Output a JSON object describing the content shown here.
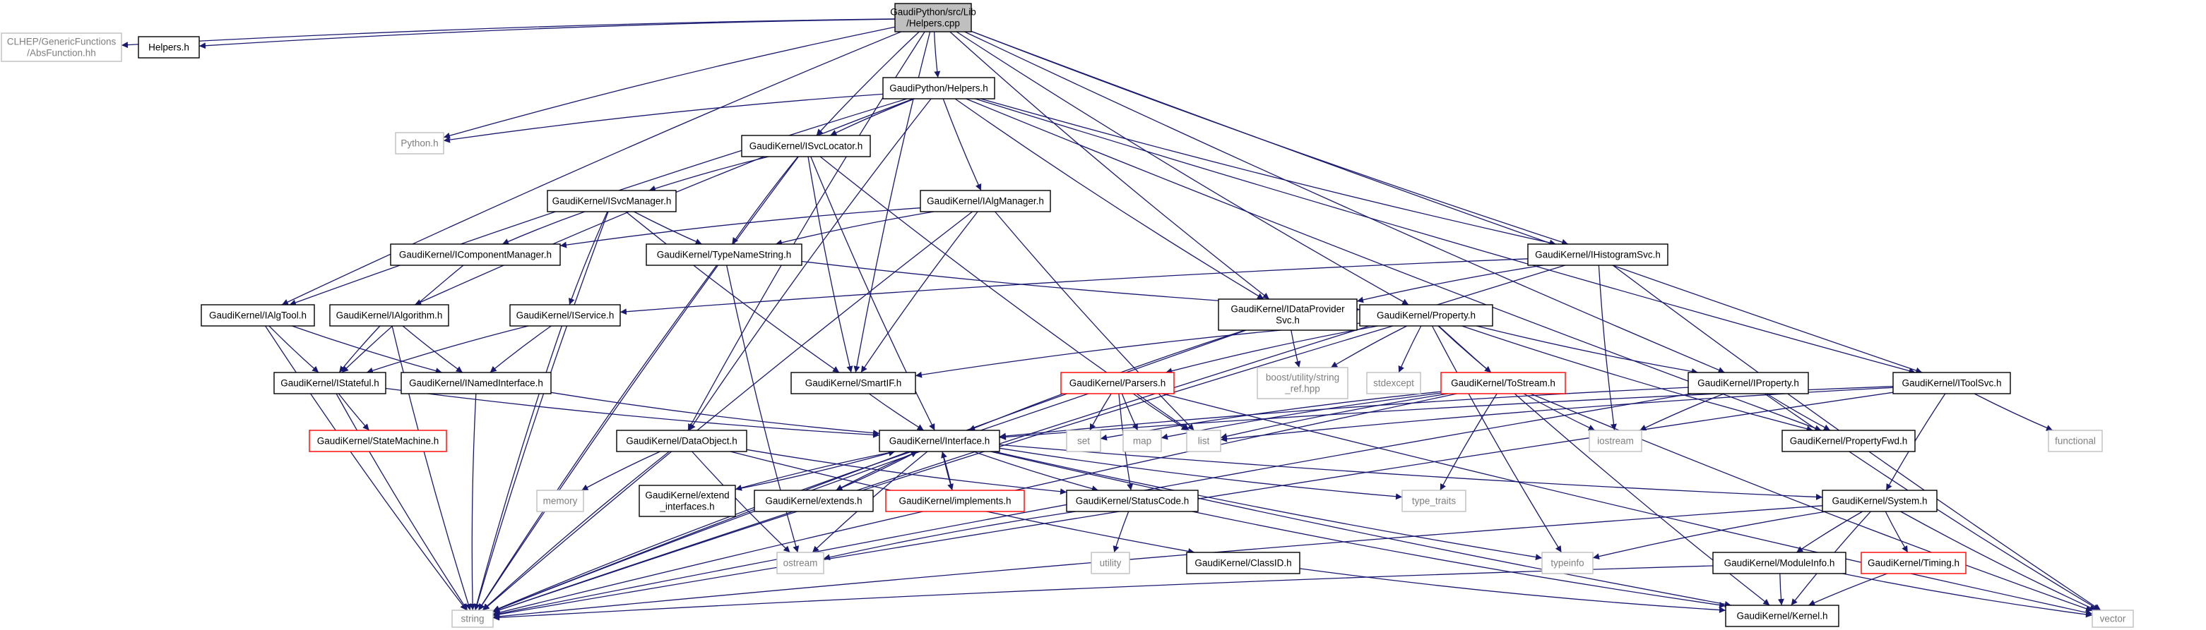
{
  "colors": {
    "edge": "#191970",
    "root_fill": "#bfbfbf",
    "box_border": "#000000",
    "truncated_border": "#ff0000",
    "external_border": "#bfbfbf",
    "text": "#000000",
    "external_text": "#7f7f7f"
  },
  "nodes": [
    {
      "id": "root",
      "lines": [
        "GaudiPython/src/Lib",
        "/Helpers.cpp"
      ],
      "style": "root"
    },
    {
      "id": "absfunction",
      "lines": [
        "CLHEP/GenericFunctions",
        "/AbsFunction.hh"
      ],
      "style": "external"
    },
    {
      "id": "helpers_h",
      "lines": [
        "Helpers.h"
      ],
      "style": "normal"
    },
    {
      "id": "gp_helpers",
      "lines": [
        "GaudiPython/Helpers.h"
      ],
      "style": "normal"
    },
    {
      "id": "python_h",
      "lines": [
        "Python.h"
      ],
      "style": "external"
    },
    {
      "id": "isvclocator",
      "lines": [
        "GaudiKernel/ISvcLocator.h"
      ],
      "style": "normal"
    },
    {
      "id": "isvcmanager",
      "lines": [
        "GaudiKernel/ISvcManager.h"
      ],
      "style": "normal"
    },
    {
      "id": "ialgmanager",
      "lines": [
        "GaudiKernel/IAlgManager.h"
      ],
      "style": "normal"
    },
    {
      "id": "icomponentmanager",
      "lines": [
        "GaudiKernel/IComponentManager.h"
      ],
      "style": "normal"
    },
    {
      "id": "typenamestring",
      "lines": [
        "GaudiKernel/TypeNameString.h"
      ],
      "style": "normal"
    },
    {
      "id": "ihistogramsvc",
      "lines": [
        "GaudiKernel/IHistogramSvc.h"
      ],
      "style": "normal"
    },
    {
      "id": "ialgtool",
      "lines": [
        "GaudiKernel/IAlgTool.h"
      ],
      "style": "normal"
    },
    {
      "id": "ialgorithm",
      "lines": [
        "GaudiKernel/IAlgorithm.h"
      ],
      "style": "normal"
    },
    {
      "id": "iservice",
      "lines": [
        "GaudiKernel/IService.h"
      ],
      "style": "normal"
    },
    {
      "id": "idataprovidersvc",
      "lines": [
        "GaudiKernel/IDataProvider",
        "Svc.h"
      ],
      "style": "normal"
    },
    {
      "id": "property",
      "lines": [
        "GaudiKernel/Property.h"
      ],
      "style": "normal"
    },
    {
      "id": "istateful",
      "lines": [
        "GaudiKernel/IStateful.h"
      ],
      "style": "normal"
    },
    {
      "id": "inamedinterface",
      "lines": [
        "GaudiKernel/INamedInterface.h"
      ],
      "style": "normal"
    },
    {
      "id": "smartif",
      "lines": [
        "GaudiKernel/SmartIF.h"
      ],
      "style": "normal"
    },
    {
      "id": "parsers",
      "lines": [
        "GaudiKernel/Parsers.h"
      ],
      "style": "truncated"
    },
    {
      "id": "boost_string_ref",
      "lines": [
        "boost/utility/string",
        "_ref.hpp"
      ],
      "style": "external"
    },
    {
      "id": "stdexcept",
      "lines": [
        "stdexcept"
      ],
      "style": "external"
    },
    {
      "id": "tostream",
      "lines": [
        "GaudiKernel/ToStream.h"
      ],
      "style": "truncated"
    },
    {
      "id": "iproperty",
      "lines": [
        "GaudiKernel/IProperty.h"
      ],
      "style": "normal"
    },
    {
      "id": "itoolsvc",
      "lines": [
        "GaudiKernel/IToolSvc.h"
      ],
      "style": "normal"
    },
    {
      "id": "statemachine",
      "lines": [
        "GaudiKernel/StateMachine.h"
      ],
      "style": "truncated"
    },
    {
      "id": "dataobject",
      "lines": [
        "GaudiKernel/DataObject.h"
      ],
      "style": "normal"
    },
    {
      "id": "interface",
      "lines": [
        "GaudiKernel/Interface.h"
      ],
      "style": "normal"
    },
    {
      "id": "set",
      "lines": [
        "set"
      ],
      "style": "external"
    },
    {
      "id": "map",
      "lines": [
        "map"
      ],
      "style": "external"
    },
    {
      "id": "list",
      "lines": [
        "list"
      ],
      "style": "external"
    },
    {
      "id": "iostream",
      "lines": [
        "iostream"
      ],
      "style": "external"
    },
    {
      "id": "propertyfwd",
      "lines": [
        "GaudiKernel/PropertyFwd.h"
      ],
      "style": "normal"
    },
    {
      "id": "functional",
      "lines": [
        "functional"
      ],
      "style": "external"
    },
    {
      "id": "memory",
      "lines": [
        "memory"
      ],
      "style": "external"
    },
    {
      "id": "extend_interfaces",
      "lines": [
        "GaudiKernel/extend",
        "_interfaces.h"
      ],
      "style": "normal"
    },
    {
      "id": "extends",
      "lines": [
        "GaudiKernel/extends.h"
      ],
      "style": "normal"
    },
    {
      "id": "implements",
      "lines": [
        "GaudiKernel/implements.h"
      ],
      "style": "truncated"
    },
    {
      "id": "statuscode",
      "lines": [
        "GaudiKernel/StatusCode.h"
      ],
      "style": "normal"
    },
    {
      "id": "type_traits",
      "lines": [
        "type_traits"
      ],
      "style": "external"
    },
    {
      "id": "system",
      "lines": [
        "GaudiKernel/System.h"
      ],
      "style": "normal"
    },
    {
      "id": "ostream",
      "lines": [
        "ostream"
      ],
      "style": "external"
    },
    {
      "id": "utility",
      "lines": [
        "utility"
      ],
      "style": "external"
    },
    {
      "id": "classid",
      "lines": [
        "GaudiKernel/ClassID.h"
      ],
      "style": "normal"
    },
    {
      "id": "typeinfo",
      "lines": [
        "typeinfo"
      ],
      "style": "external"
    },
    {
      "id": "moduleinfo",
      "lines": [
        "GaudiKernel/ModuleInfo.h"
      ],
      "style": "normal"
    },
    {
      "id": "timing",
      "lines": [
        "GaudiKernel/Timing.h"
      ],
      "style": "truncated"
    },
    {
      "id": "string",
      "lines": [
        "string"
      ],
      "style": "external"
    },
    {
      "id": "kernel",
      "lines": [
        "GaudiKernel/Kernel.h"
      ],
      "style": "normal"
    },
    {
      "id": "vector",
      "lines": [
        "vector"
      ],
      "style": "external"
    }
  ],
  "edges": [
    [
      "root",
      "absfunction"
    ],
    [
      "root",
      "helpers_h"
    ],
    [
      "root",
      "gp_helpers"
    ],
    [
      "root",
      "python_h"
    ],
    [
      "root",
      "isvclocator"
    ],
    [
      "root",
      "ialgtool"
    ],
    [
      "root",
      "dataobject"
    ],
    [
      "root",
      "smartif"
    ],
    [
      "root",
      "idataprovidersvc"
    ],
    [
      "root",
      "property"
    ],
    [
      "root",
      "ihistogramsvc"
    ],
    [
      "root",
      "iproperty"
    ],
    [
      "root",
      "itoolsvc"
    ],
    [
      "gp_helpers",
      "python_h"
    ],
    [
      "gp_helpers",
      "isvclocator"
    ],
    [
      "gp_helpers",
      "ialgmanager"
    ],
    [
      "gp_helpers",
      "ialgtool"
    ],
    [
      "gp_helpers",
      "ialgorithm"
    ],
    [
      "gp_helpers",
      "dataobject"
    ],
    [
      "gp_helpers",
      "idataprovidersvc"
    ],
    [
      "gp_helpers",
      "ihistogramsvc"
    ],
    [
      "gp_helpers",
      "propertyfwd"
    ],
    [
      "gp_helpers",
      "itoolsvc"
    ],
    [
      "isvclocator",
      "isvcmanager"
    ],
    [
      "isvclocator",
      "typenamestring"
    ],
    [
      "isvclocator",
      "smartif"
    ],
    [
      "isvclocator",
      "interface"
    ],
    [
      "isvclocator",
      "string"
    ],
    [
      "isvclocator",
      "list"
    ],
    [
      "isvcmanager",
      "icomponentmanager"
    ],
    [
      "isvcmanager",
      "iservice"
    ],
    [
      "isvcmanager",
      "typenamestring"
    ],
    [
      "isvcmanager",
      "smartif"
    ],
    [
      "isvcmanager",
      "string"
    ],
    [
      "ialgmanager",
      "icomponentmanager"
    ],
    [
      "ialgmanager",
      "typenamestring"
    ],
    [
      "ialgmanager",
      "smartif"
    ],
    [
      "ialgmanager",
      "string"
    ],
    [
      "ialgmanager",
      "list"
    ],
    [
      "icomponentmanager",
      "istateful"
    ],
    [
      "typenamestring",
      "property"
    ],
    [
      "typenamestring",
      "string"
    ],
    [
      "typenamestring",
      "ostream"
    ],
    [
      "ihistogramsvc",
      "idataprovidersvc"
    ],
    [
      "ihistogramsvc",
      "iservice"
    ],
    [
      "ihistogramsvc",
      "iostream"
    ],
    [
      "ihistogramsvc",
      "string"
    ],
    [
      "ihistogramsvc",
      "vector"
    ],
    [
      "ialgtool",
      "istateful"
    ],
    [
      "ialgtool",
      "inamedinterface"
    ],
    [
      "ialgtool",
      "string"
    ],
    [
      "ialgorithm",
      "istateful"
    ],
    [
      "ialgorithm",
      "inamedinterface"
    ],
    [
      "ialgorithm",
      "string"
    ],
    [
      "iservice",
      "istateful"
    ],
    [
      "iservice",
      "inamedinterface"
    ],
    [
      "iservice",
      "string"
    ],
    [
      "idataprovidersvc",
      "interface"
    ],
    [
      "idataprovidersvc",
      "boost_string_ref"
    ],
    [
      "idataprovidersvc",
      "string"
    ],
    [
      "property",
      "smartif"
    ],
    [
      "property",
      "parsers"
    ],
    [
      "property",
      "boost_string_ref"
    ],
    [
      "property",
      "stdexcept"
    ],
    [
      "property",
      "tostream"
    ],
    [
      "property",
      "iproperty"
    ],
    [
      "property",
      "propertyfwd"
    ],
    [
      "property",
      "string"
    ],
    [
      "property",
      "typeinfo"
    ],
    [
      "property",
      "kernel"
    ],
    [
      "istateful",
      "interface"
    ],
    [
      "istateful",
      "statemachine"
    ],
    [
      "istateful",
      "string"
    ],
    [
      "inamedinterface",
      "interface"
    ],
    [
      "inamedinterface",
      "string"
    ],
    [
      "smartif",
      "interface"
    ],
    [
      "parsers",
      "statuscode"
    ],
    [
      "parsers",
      "set"
    ],
    [
      "parsers",
      "map"
    ],
    [
      "parsers",
      "list"
    ],
    [
      "parsers",
      "string"
    ],
    [
      "parsers",
      "vector"
    ],
    [
      "tostream",
      "iostream"
    ],
    [
      "tostream",
      "map"
    ],
    [
      "tostream",
      "set"
    ],
    [
      "tostream",
      "list"
    ],
    [
      "tostream",
      "string"
    ],
    [
      "tostream",
      "type_traits"
    ],
    [
      "tostream",
      "vector"
    ],
    [
      "iproperty",
      "interface"
    ],
    [
      "iproperty",
      "propertyfwd"
    ],
    [
      "iproperty",
      "iostream"
    ],
    [
      "iproperty",
      "string"
    ],
    [
      "iproperty",
      "vector"
    ],
    [
      "itoolsvc",
      "interface"
    ],
    [
      "itoolsvc",
      "system"
    ],
    [
      "itoolsvc",
      "list"
    ],
    [
      "itoolsvc",
      "string"
    ],
    [
      "itoolsvc",
      "functional"
    ],
    [
      "dataobject",
      "statuscode"
    ],
    [
      "dataobject",
      "classid"
    ],
    [
      "dataobject",
      "memory"
    ],
    [
      "dataobject",
      "ostream"
    ],
    [
      "dataobject",
      "string"
    ],
    [
      "interface",
      "extend_interfaces"
    ],
    [
      "interface",
      "extends"
    ],
    [
      "interface",
      "implements"
    ],
    [
      "interface",
      "statuscode"
    ],
    [
      "interface",
      "system"
    ],
    [
      "interface",
      "type_traits"
    ],
    [
      "interface",
      "typeinfo"
    ],
    [
      "interface",
      "ostream"
    ],
    [
      "interface",
      "string"
    ],
    [
      "interface",
      "kernel"
    ],
    [
      "extend_interfaces",
      "interface"
    ],
    [
      "extends",
      "interface"
    ],
    [
      "implements",
      "interface"
    ],
    [
      "statuscode",
      "ostream"
    ],
    [
      "statuscode",
      "utility"
    ],
    [
      "statuscode",
      "kernel"
    ],
    [
      "classid",
      "kernel"
    ],
    [
      "system",
      "typeinfo"
    ],
    [
      "system",
      "moduleinfo"
    ],
    [
      "system",
      "timing"
    ],
    [
      "system",
      "kernel"
    ],
    [
      "system",
      "string"
    ],
    [
      "system",
      "vector"
    ],
    [
      "moduleinfo",
      "kernel"
    ],
    [
      "moduleinfo",
      "string"
    ],
    [
      "moduleinfo",
      "vector"
    ],
    [
      "timing",
      "kernel"
    ]
  ]
}
